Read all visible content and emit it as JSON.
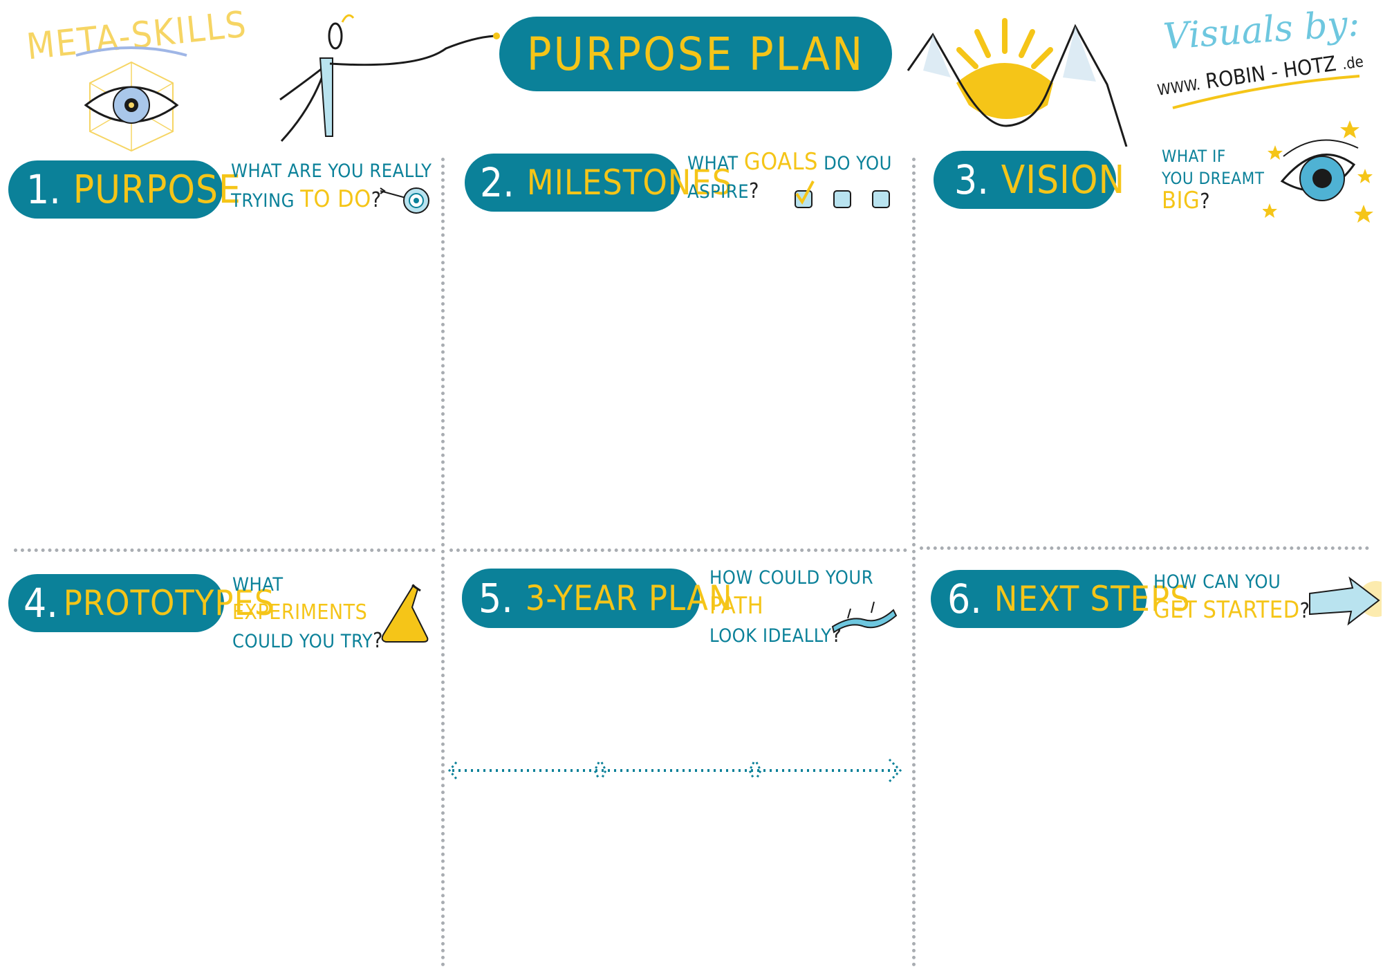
{
  "header": {
    "title": "PURPOSE PLAN",
    "meta_skills": "META-SKILLS",
    "credit_line": "Visuals by:",
    "credit_url_prefix": "WWW.",
    "credit_url_name": "ROBIN - HOTZ",
    "credit_url_suffix": ".de"
  },
  "sections": [
    {
      "number": "1.",
      "name": "PURPOSE",
      "q_parts": [
        "WHAT ARE YOU REALLY",
        "TRYING",
        "TO DO",
        "?"
      ]
    },
    {
      "number": "2.",
      "name": "MILESTONES",
      "q_parts": [
        "WHAT",
        "GOALS",
        "DO YOU",
        "ASPIRE",
        "?"
      ]
    },
    {
      "number": "3.",
      "name": "VISION",
      "q_parts": [
        "WHAT IF",
        "YOU DREAMT",
        "BIG",
        "?"
      ]
    },
    {
      "number": "4.",
      "name": "PROTOTYPES",
      "q_parts": [
        "WHAT",
        "EXPERIMENTS",
        "COULD YOU TRY",
        "?"
      ]
    },
    {
      "number": "5.",
      "name": "3-YEAR PLAN",
      "q_parts": [
        "HOW COULD YOUR",
        "PATH",
        "LOOK IDEALLY",
        "?"
      ]
    },
    {
      "number": "6.",
      "name": "NEXT STEPS",
      "q_parts": [
        "HOW CAN YOU",
        "GET",
        "STARTED",
        "?"
      ]
    }
  ],
  "colors": {
    "teal": "#0b8199",
    "yellow": "#f5c518",
    "light_blue": "#6ec7df",
    "grid": "#a9adb2"
  },
  "icons": [
    "eye-network-icon",
    "stick-figure-icon",
    "mountain-sun-icon",
    "target-arrow-icon",
    "checkbox-icon",
    "eye-stars-icon",
    "flask-icon",
    "path-river-icon",
    "arrow-right-icon",
    "timeline-arrow-icon"
  ]
}
